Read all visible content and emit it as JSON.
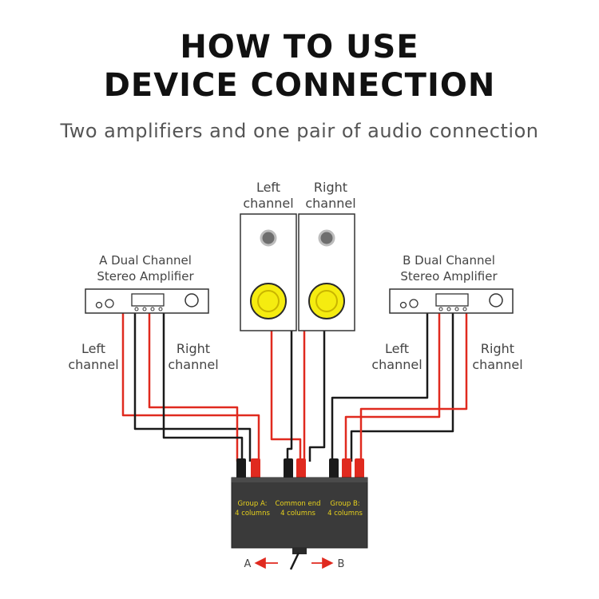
{
  "title_line1": "HOW TO USE",
  "title_line2": "DEVICE CONNECTION",
  "subtitle": "Two amplifiers and one pair of audio connection",
  "speakers": {
    "left_label_1": "Left",
    "left_label_2": "channel",
    "right_label_1": "Right",
    "right_label_2": "channel"
  },
  "amp_a": {
    "label_1": "A Dual Channel",
    "label_2": "Stereo Amplifier",
    "left_1": "Left",
    "left_2": "channel",
    "right_1": "Right",
    "right_2": "channel"
  },
  "amp_b": {
    "label_1": "B Dual Channel",
    "label_2": "Stereo Amplifier",
    "left_1": "Left",
    "left_2": "channel",
    "right_1": "Right",
    "right_2": "channel"
  },
  "switch_box": {
    "group_a_1": "Group A:",
    "group_a_2": "4 columns",
    "common_1": "Common end",
    "common_2": "4 columns",
    "group_b_1": "Group B:",
    "group_b_2": "4 columns",
    "arrow_a": "A",
    "arrow_b": "B"
  },
  "colors": {
    "wire_red": "#e02a1f",
    "wire_black": "#1a1a1a",
    "woofer": "#f5ec10",
    "box": "#3a3a3a"
  }
}
